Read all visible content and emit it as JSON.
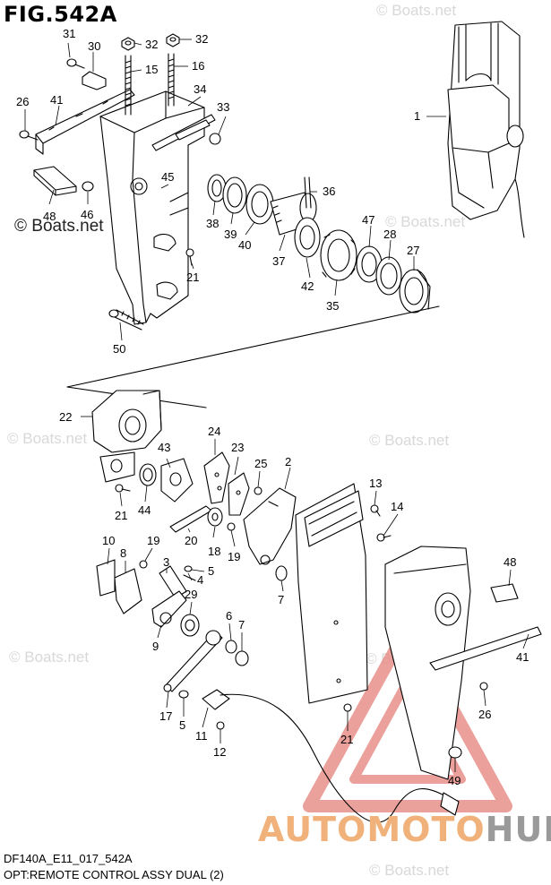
{
  "title": "FIG.542A",
  "footer": {
    "code": "DF140A_E11_017_542A",
    "caption": "OPT:REMOTE CONTROL ASSY DUAL (2)"
  },
  "watermark": {
    "dark": "© Boats.net",
    "faint": "© Boats.net"
  },
  "logo": {
    "part1": "AUTOMOTO",
    "part2": "HUB",
    "colors": {
      "part1": "#f0b27a",
      "part2": "#9a9a9a",
      "triangle": "#e8908a"
    }
  },
  "labels": {
    "p1": "1",
    "p2": "2",
    "p3": "3",
    "p4": "4",
    "p5a": "5",
    "p5b": "5",
    "p6": "6",
    "p7a": "7",
    "p7b": "7",
    "p8": "8",
    "p9": "9",
    "p10": "10",
    "p11": "11",
    "p12": "12",
    "p13": "13",
    "p14": "14",
    "p15": "15",
    "p16": "16",
    "p17": "17",
    "p18": "18",
    "p19a": "19",
    "p19b": "19",
    "p20": "20",
    "p21a": "21",
    "p21b": "21",
    "p21c": "21",
    "p22": "22",
    "p23": "23",
    "p24": "24",
    "p25": "25",
    "p26a": "26",
    "p26b": "26",
    "p27": "27",
    "p28": "28",
    "p29": "29",
    "p30": "30",
    "p31": "31",
    "p32a": "32",
    "p32b": "32",
    "p33": "33",
    "p34": "34",
    "p35": "35",
    "p36": "36",
    "p37": "37",
    "p38": "38",
    "p39": "39",
    "p40": "40",
    "p41a": "41",
    "p41b": "41",
    "p42": "42",
    "p43": "43",
    "p44": "44",
    "p45": "45",
    "p46": "46",
    "p47": "47",
    "p48a": "48",
    "p48b": "48",
    "p49": "49",
    "p50": "50"
  }
}
